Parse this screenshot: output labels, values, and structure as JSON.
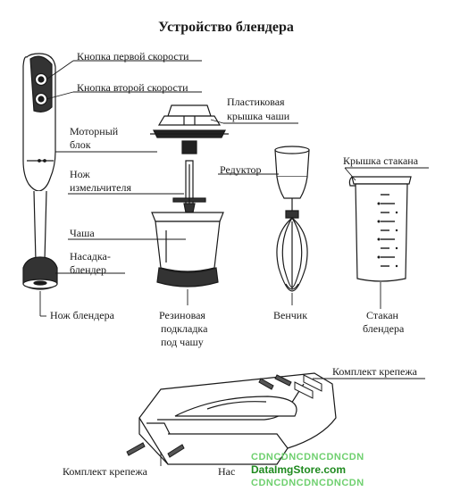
{
  "title": "Устройство блендера",
  "labels": {
    "speed1": "Кнопка первой скорости",
    "speed2": "Кнопка второй скорости",
    "lid_line1": "Пластиковая",
    "lid_line2": "крышка чаши",
    "motor_line1": "Моторный",
    "motor_line2": "блок",
    "chopper_line1": "Нож",
    "chopper_line2": "измельчителя",
    "reducer": "Редуктор",
    "cup_lid": "Крышка стакана",
    "bowl": "Чаша",
    "blender_line1": "Насадка-",
    "blender_line2": "блендер",
    "blender_knife": "Нож блендера",
    "rubber_line1": "Резиновая",
    "rubber_line2": "подкладка",
    "rubber_line3": "под чашу",
    "whisk": "Венчик",
    "beaker_line1": "Стакан",
    "beaker_line2": "блендера",
    "fasteners_right": "Комплект крепежа",
    "fasteners_left": "Комплект крепежа",
    "mount_partial": "Нас"
  },
  "watermark": {
    "line1": "CDNCDNCDNCDNCDN",
    "line2": "DataImgStore.com",
    "line3": "CDNCDNCDNCDNCDN"
  }
}
